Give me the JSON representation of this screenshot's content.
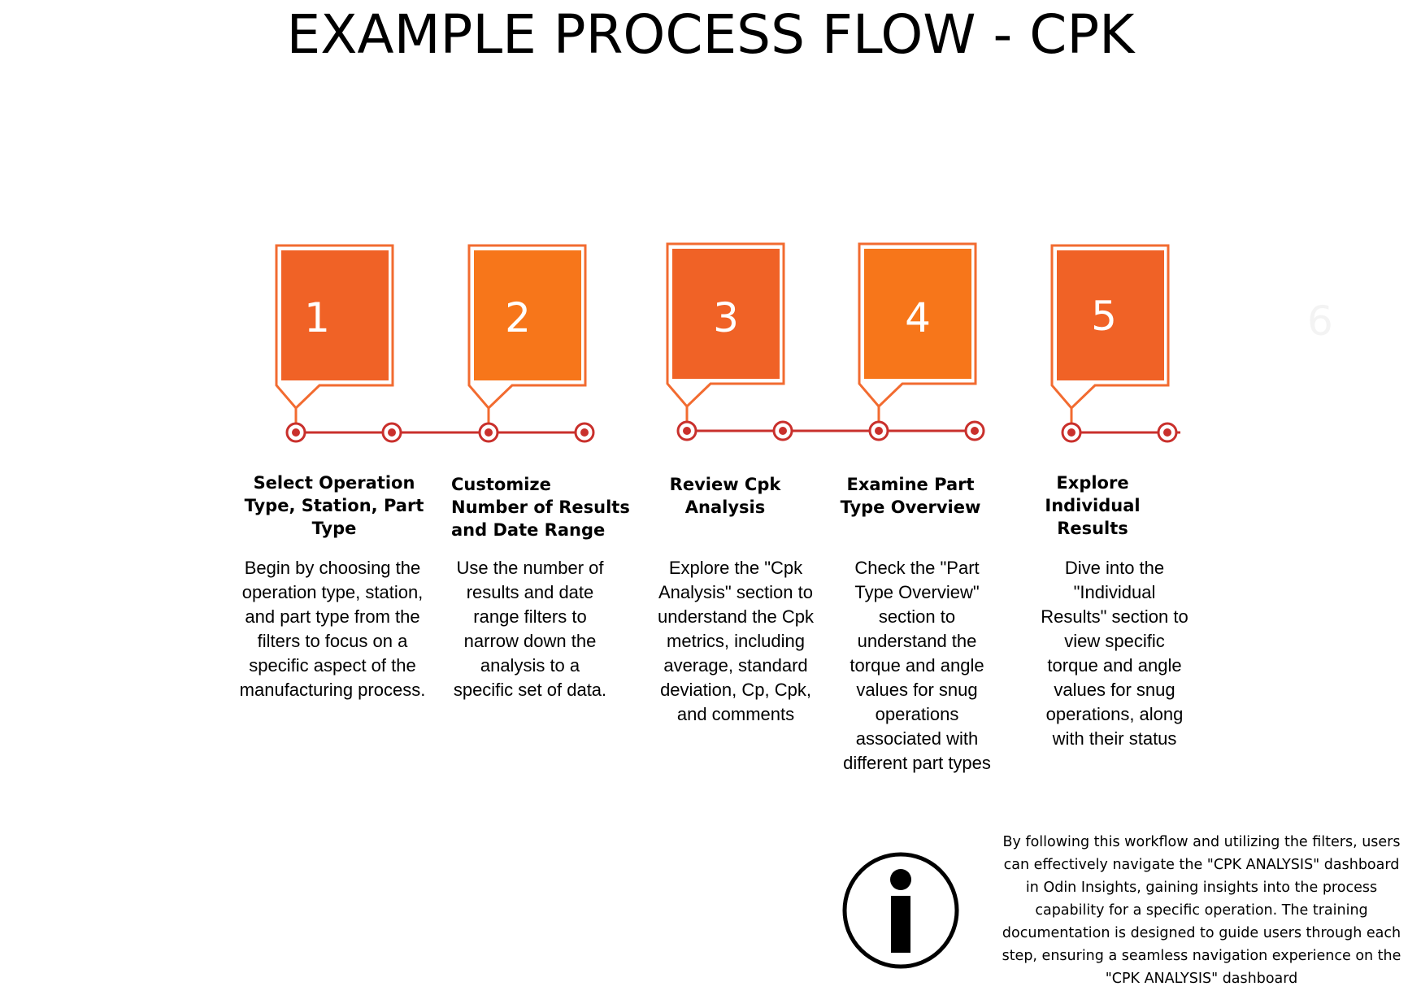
{
  "title": "EXAMPLE PROCESS FLOW - CPK",
  "colors": {
    "box_red_orange": "#f06226",
    "box_orange": "#f7761a",
    "outline": "#f26b30",
    "timeline": "#c9302c"
  },
  "steps": [
    {
      "number": "1",
      "title": "Select Operation Type, Station, Part Type",
      "description": "Begin by choosing the operation type, station, and part type from the filters to focus on a specific aspect of the manufacturing process."
    },
    {
      "number": "2",
      "title": "Customize Number of Results and Date Range",
      "description": "Use the number of results and date range filters to narrow down the analysis to a specific set of data."
    },
    {
      "number": "3",
      "title": "Review Cpk Analysis",
      "description": "Explore the \"Cpk Analysis\" section to understand the Cpk metrics, including average, standard deviation, Cp, Cpk, and comments"
    },
    {
      "number": "4",
      "title": "Examine Part Type Overview",
      "description": "Check the \"Part Type Overview\" section to understand the torque and angle values for snug operations associated with different part types"
    },
    {
      "number": "5",
      "title": "Explore Individual Results",
      "description": "Dive into the \"Individual Results\" section to view specific torque and angle values for snug operations, along with their status"
    }
  ],
  "ghost_number": "6",
  "info": {
    "icon": "info-icon",
    "text": "By following this workflow and utilizing the filters, users can effectively navigate the \"CPK ANALYSIS\" dashboard in Odin Insights, gaining insights into the process capability for a specific operation. The training documentation is designed to guide users through each step, ensuring a seamless navigation experience on the \"CPK ANALYSIS\" dashboard"
  }
}
